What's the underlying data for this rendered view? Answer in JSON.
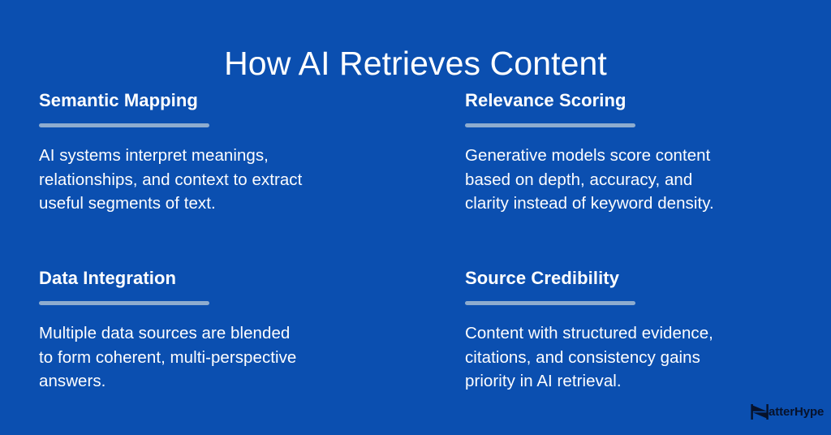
{
  "slide": {
    "background_color": "#0B4FB0",
    "title": "How AI Retrieves Content"
  },
  "cards": [
    {
      "heading": "Semantic Mapping",
      "body_lines": [
        "AI systems interpret meanings,",
        "relationships, and context to extract",
        "useful segments of text."
      ]
    },
    {
      "heading": "Relevance Scoring",
      "body_lines": [
        "Generative models score content",
        "based on depth, accuracy, and",
        "clarity instead of keyword density."
      ]
    },
    {
      "heading": "Data Integration",
      "body_lines": [
        "Multiple data sources are blended",
        "to form coherent, multi-perspective",
        "answers."
      ]
    },
    {
      "heading": "Source Credibility",
      "body_lines": [
        "Content with structured evidence,",
        "citations, and consistency gains",
        "priority in AI retrieval."
      ]
    }
  ],
  "logo": {
    "mark_name": "matterhype-bowtie-mark",
    "text": "atterHype",
    "color": "#07122B"
  },
  "colors": {
    "background": "#0B4FB0",
    "heading_text": "#FFFFFF",
    "body_text": "#FDFDFE",
    "divider": "#8EACCF"
  }
}
